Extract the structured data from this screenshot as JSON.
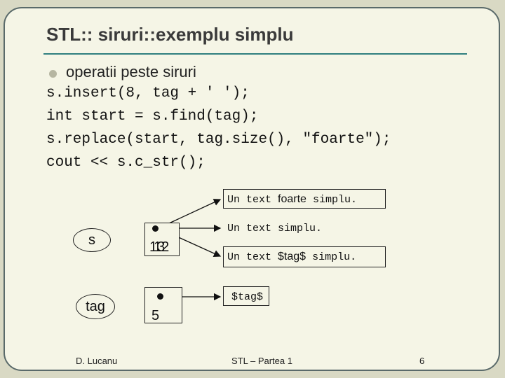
{
  "slide": {
    "title": "STL:: siruri::exemplu simplu",
    "bullet": "operatii peste siruri",
    "code": [
      "s.insert(8, tag + ' ');",
      "int start = s.find(tag);",
      "s.replace(start, tag.size(), \"foarte\");",
      "cout << s.c_str();"
    ]
  },
  "diagram": {
    "var_s": "s",
    "var_tag": "tag",
    "s_values": [
      "13",
      "12"
    ],
    "tag_value": "5",
    "string1": {
      "pre": "Un text ",
      "word": "foarte",
      "post": " simplu."
    },
    "string2": "Un text simplu.",
    "string3": {
      "pre": "Un text ",
      "word": "$tag$",
      "post": " simplu."
    },
    "tag_string": "$tag$"
  },
  "footer": {
    "author": "D. Lucanu",
    "course": "STL – Partea 1",
    "page": "6"
  }
}
